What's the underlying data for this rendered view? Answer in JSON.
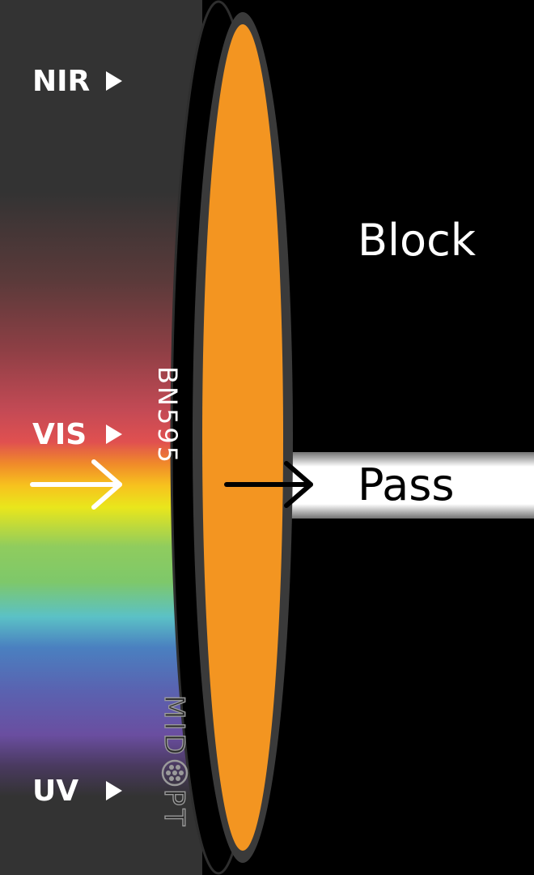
{
  "labels": {
    "nir": "NIR",
    "vis": "VIS",
    "uv": "UV",
    "block": "Block",
    "pass": "Pass"
  },
  "filter": {
    "model": "BN595",
    "brand": "MIDOPT",
    "brand_left": "MID",
    "brand_right": "PT"
  },
  "colors": {
    "lens": "#f39521",
    "rim": "#000000",
    "edge": "#3a3a3a",
    "background_left": "#333333",
    "background_right": "#000000",
    "pass_beam": "#ffffff"
  },
  "icons": {
    "nir_marker": "triangle-right-icon",
    "vis_marker": "triangle-right-icon",
    "uv_marker": "triangle-right-icon",
    "incoming_arrow": "arrow-right-icon",
    "passing_arrow": "arrow-right-icon",
    "logo_lens": "lens-dots-icon"
  }
}
